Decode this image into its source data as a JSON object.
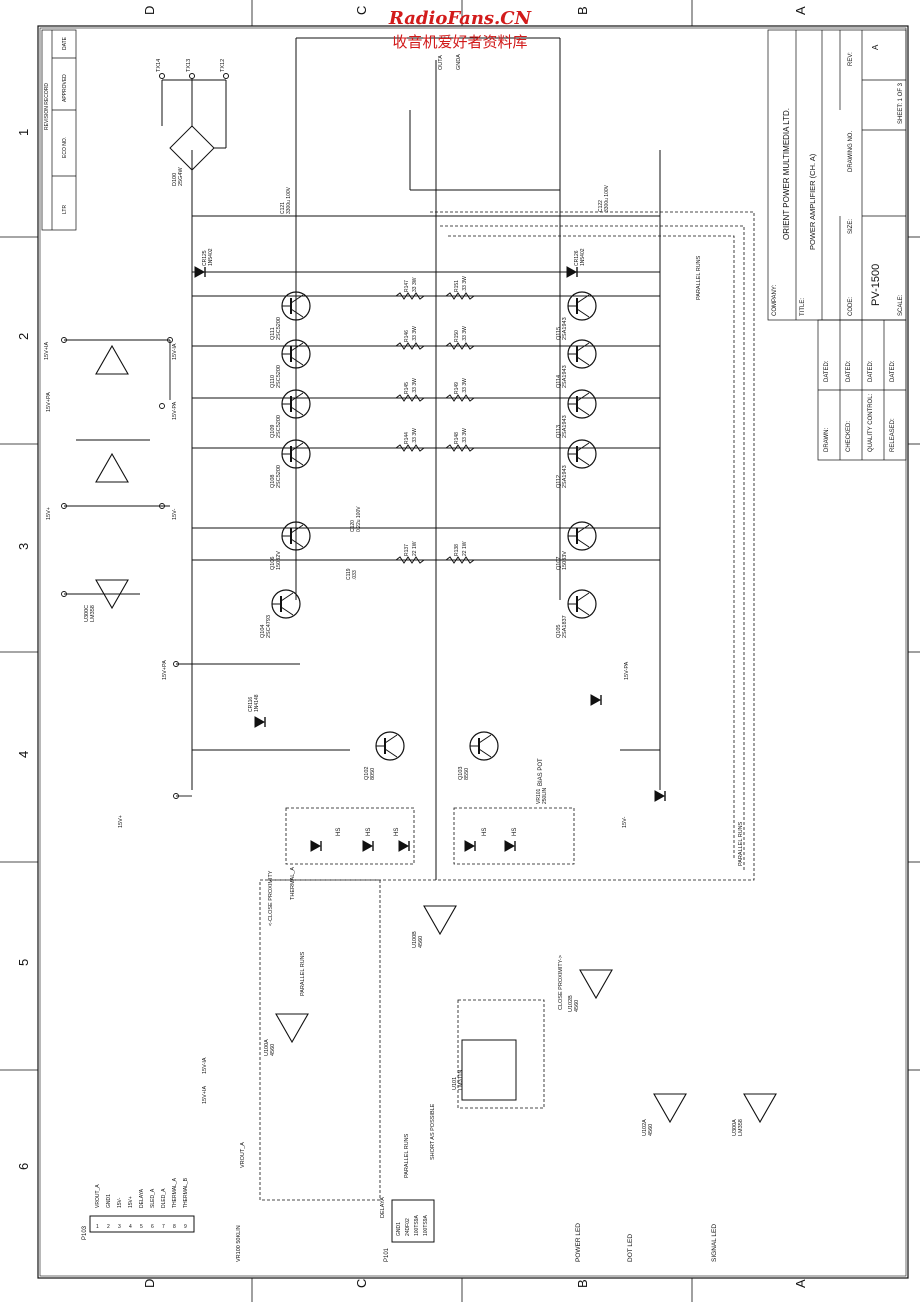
{
  "watermark": {
    "site": "RadioFans.CN",
    "subtitle": "收音机爱好者资料库"
  },
  "zones": {
    "letters": [
      "D",
      "C",
      "B",
      "A"
    ],
    "numbers": [
      "1",
      "2",
      "3",
      "4",
      "5",
      "6"
    ]
  },
  "revision": {
    "header": "REVISION RECORD",
    "cols": [
      "LTR",
      "ECO NO.",
      "APPROVED",
      "DATE"
    ]
  },
  "title_block": {
    "company": "ORIENT POWER MULTIMEDIA LTD.",
    "title": "POWER AMPLIFIER (CH. A)",
    "code": "PV-1500",
    "size_label": "SIZE:",
    "drawing_no_label": "DRAWING NO.",
    "rev_label": "REV:",
    "rev": "A",
    "sheet": "SHEET: 1 OF 3",
    "scale_label": "SCALE:",
    "company_label": "COMPANY:",
    "title_label": "TITLE:",
    "code_label": "CODE:",
    "drawn": "DRAWN:",
    "checked": "CHECKED:",
    "quality": "QUALITY CONTROL:",
    "released": "RELEASED:",
    "dated": "DATED:"
  },
  "components": [
    {
      "ref": "Q111",
      "val": "2SC5200"
    },
    {
      "ref": "Q110",
      "val": "2SC5200"
    },
    {
      "ref": "Q109",
      "val": "2SC5200"
    },
    {
      "ref": "Q108",
      "val": "2SC5200"
    },
    {
      "ref": "Q115",
      "val": "2SA1943"
    },
    {
      "ref": "Q114",
      "val": "2SA1943"
    },
    {
      "ref": "Q113",
      "val": "2SA1943"
    },
    {
      "ref": "Q112",
      "val": "2SA1943"
    },
    {
      "ref": "Q106",
      "val": "15032V"
    },
    {
      "ref": "Q107",
      "val": "15033V"
    },
    {
      "ref": "Q104",
      "val": "2SC4793"
    },
    {
      "ref": "Q105",
      "val": "2SA1837"
    },
    {
      "ref": "Q102",
      "val": "8050"
    },
    {
      "ref": "Q103",
      "val": "8550"
    },
    {
      "ref": "U300C",
      "val": "LM358"
    },
    {
      "ref": "U100B",
      "val": "4560"
    },
    {
      "ref": "U100A",
      "val": "4560"
    },
    {
      "ref": "U102B",
      "val": "4560"
    },
    {
      "ref": "U102A",
      "val": "4560"
    },
    {
      "ref": "U300A",
      "val": "LM358"
    },
    {
      "ref": "U101",
      "val": "LM311N"
    },
    {
      "ref": "D100",
      "val": "25G4W"
    },
    {
      "ref": "R147",
      "val": "33 3W"
    },
    {
      "ref": "R146",
      "val": ".33 3W"
    },
    {
      "ref": "R151",
      "val": ".33 3W"
    },
    {
      "ref": "R150",
      "val": ".33 3W"
    },
    {
      "ref": "R145",
      "val": ".33 3W"
    },
    {
      "ref": "R149",
      "val": ".33 3W"
    },
    {
      "ref": "R144",
      "val": ".33 3W"
    },
    {
      "ref": "R148",
      "val": ".33 3W"
    },
    {
      "ref": "R137",
      "val": "22 1W"
    },
    {
      "ref": "R138",
      "val": "22 1W"
    },
    {
      "ref": "C120",
      "val": "0.22u 100V"
    },
    {
      "ref": "C119",
      "val": ".033"
    },
    {
      "ref": "CR116",
      "val": "1N4148"
    },
    {
      "ref": "CR125",
      "val": "1N5402"
    },
    {
      "ref": "CR126",
      "val": "1N5402"
    },
    {
      "ref": "VR101",
      "val": "250LIN"
    },
    {
      "ref": "C121",
      "val": "3300u 100V"
    },
    {
      "ref": "C122",
      "val": "3300u 100V"
    }
  ],
  "rail_labels": {
    "pos_a": "15V+IA",
    "neg_a": "15V-IA",
    "pos_pa": "15V+PA",
    "neg_pa": "15V-PA",
    "pos": "15V+",
    "neg": "15V-"
  },
  "net_labels": {
    "out": "OUTA",
    "gnd": "GNDA",
    "tp1": "TX14",
    "tp2": "TX13",
    "tp3": "TX12",
    "bias": "BIAS POT",
    "close1": "<-CLOSE PROXIMITY",
    "close2": "CLOSE PROXIMITY->",
    "runs": "PARALLEL RUNS",
    "short": "SHORT AS POSSIBLE",
    "thermal": "THERMAL_A",
    "delay": "DELAYA",
    "hs": "HS",
    "vrout": "VROUT_A",
    "vr100": "VR100 50KLIN"
  },
  "leds": {
    "power": "POWER LED",
    "dot": "DOT LED",
    "signal": "SIGNAL LED"
  },
  "connectors": {
    "p103": {
      "ref": "P103",
      "pins": [
        "VROUT_A",
        "GND1",
        "15V-",
        "15V+",
        "DELAYA",
        "SLED_A",
        "DLED_A",
        "THERMAL_A",
        "THERMAL_B"
      ]
    },
    "p101": {
      "ref": "P101",
      "pins": [
        "GND1",
        "24DF02",
        "100TS9A",
        "100TS9A"
      ]
    }
  }
}
